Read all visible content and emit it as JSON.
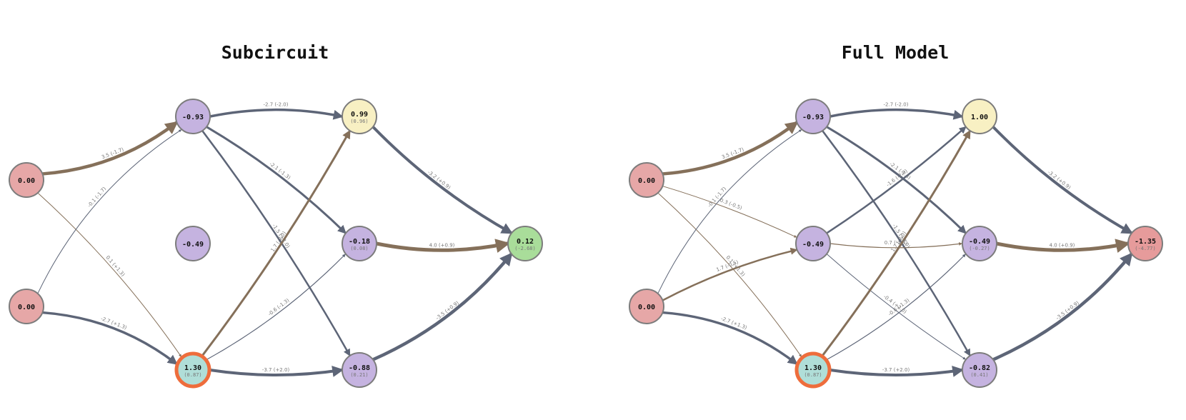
{
  "colors": {
    "edge_positive": "#85705a",
    "edge_negative": "#5d6577",
    "node_input": "#e6a7a7",
    "node_hidden": "#c5b3e0",
    "node_top": "#f8f0c3",
    "node_selected": "#b0ded8",
    "node_out_good": "#a9dd9a",
    "node_out_bad": "#e69b9b",
    "selected_ring": "#ee6d3c",
    "node_stroke": "#7c7c7c"
  },
  "panels": [
    {
      "title": "Subcircuit",
      "nodes": [
        {
          "id": "in1",
          "value": "0.00",
          "role": "input"
        },
        {
          "id": "in2",
          "value": "0.00",
          "role": "input"
        },
        {
          "id": "h_top",
          "value": "-0.93",
          "role": "hidden"
        },
        {
          "id": "h_mid",
          "value": "-0.49",
          "role": "hidden"
        },
        {
          "id": "h_sel",
          "value": "1.30",
          "sub": "(0.87)",
          "role": "selected"
        },
        {
          "id": "r_top",
          "value": "0.99",
          "sub": "(0.96)",
          "role": "top"
        },
        {
          "id": "r_mid",
          "value": "-0.18",
          "sub": "(0.08)",
          "role": "hidden"
        },
        {
          "id": "r_bot",
          "value": "-0.88",
          "sub": "(0.21)",
          "role": "hidden"
        },
        {
          "id": "out",
          "value": "0.12",
          "sub": "(-2.68)",
          "role": "out_good"
        }
      ],
      "edges": [
        {
          "from": "in1",
          "to": "h_top",
          "label": "3.5 (-1.7)",
          "sign": "pos",
          "w": 4.5,
          "bend": 0.12
        },
        {
          "from": "in1",
          "to": "h_sel",
          "label": "0.1 (+1.3)",
          "sign": "pos",
          "w": 1.0,
          "bend": -0.05
        },
        {
          "from": "in2",
          "to": "h_top",
          "label": "-0.1 (-1.7)",
          "sign": "neg",
          "w": 1.0,
          "bend": -0.12
        },
        {
          "from": "in2",
          "to": "h_sel",
          "label": "-2.7 (+1.3)",
          "sign": "neg",
          "w": 3.5,
          "bend": -0.12
        },
        {
          "from": "h_top",
          "to": "r_top",
          "label": "-2.7 (-2.0)",
          "sign": "neg",
          "w": 3.5,
          "bend": -0.08
        },
        {
          "from": "h_top",
          "to": "r_mid",
          "label": "-2.1 (-1.3)",
          "sign": "neg",
          "w": 3.0,
          "bend": -0.05
        },
        {
          "from": "h_top",
          "to": "r_bot",
          "label": "-1.5 (+2.0)",
          "sign": "neg",
          "w": 2.5,
          "bend": -0.03
        },
        {
          "from": "h_sel",
          "to": "r_top",
          "label": "1.7 (-2.0)",
          "sign": "pos",
          "w": 3.0,
          "bend": 0.03
        },
        {
          "from": "h_sel",
          "to": "r_mid",
          "label": "-0.6 (-1.3)",
          "sign": "neg",
          "w": 1.2,
          "bend": 0.06
        },
        {
          "from": "h_sel",
          "to": "r_bot",
          "label": "-3.7 (+2.0)",
          "sign": "neg",
          "w": 4.0,
          "bend": 0.06
        },
        {
          "from": "r_top",
          "to": "out",
          "label": "-3.2 (+0.9)",
          "sign": "neg",
          "w": 4.0,
          "bend": 0.06
        },
        {
          "from": "r_mid",
          "to": "out",
          "label": "4.0 (+0.9)",
          "sign": "pos",
          "w": 5.0,
          "bend": 0.08
        },
        {
          "from": "r_bot",
          "to": "out",
          "label": "-3.5 (+0.9)",
          "sign": "neg",
          "w": 4.5,
          "bend": 0.1
        }
      ]
    },
    {
      "title": "Full Model",
      "nodes": [
        {
          "id": "in1",
          "value": "0.00",
          "role": "input"
        },
        {
          "id": "in2",
          "value": "0.00",
          "role": "input"
        },
        {
          "id": "h_top",
          "value": "-0.93",
          "role": "hidden"
        },
        {
          "id": "h_mid",
          "value": "-0.49",
          "role": "hidden"
        },
        {
          "id": "h_sel",
          "value": "1.30",
          "sub": "(0.87)",
          "role": "selected"
        },
        {
          "id": "r_top",
          "value": "1.00",
          "role": "top"
        },
        {
          "id": "r_mid",
          "value": "-0.49",
          "sub": "(-0.27)",
          "role": "hidden"
        },
        {
          "id": "r_bot",
          "value": "-0.82",
          "sub": "(0.41)",
          "role": "hidden"
        },
        {
          "id": "out",
          "value": "-1.35",
          "sub": "(-4.77)",
          "role": "out_bad"
        }
      ],
      "edges": [
        {
          "from": "in1",
          "to": "h_top",
          "label": "3.5 (-1.7)",
          "sign": "pos",
          "w": 4.5,
          "bend": 0.12
        },
        {
          "from": "in1",
          "to": "h_mid",
          "label": "0.3 (-0.5)",
          "sign": "pos",
          "w": 1.0,
          "bend": -0.03
        },
        {
          "from": "in1",
          "to": "h_sel",
          "label": "0.1 (+1.3)",
          "sign": "pos",
          "w": 1.0,
          "bend": -0.05
        },
        {
          "from": "in2",
          "to": "h_top",
          "label": "-0.1 (-1.7)",
          "sign": "neg",
          "w": 1.0,
          "bend": -0.12
        },
        {
          "from": "in2",
          "to": "h_mid",
          "label": "1.7 (-0.5)",
          "sign": "pos",
          "w": 2.5,
          "bend": -0.05
        },
        {
          "from": "in2",
          "to": "h_sel",
          "label": "-2.7 (+1.3)",
          "sign": "neg",
          "w": 3.5,
          "bend": -0.12
        },
        {
          "from": "h_top",
          "to": "r_top",
          "label": "-2.7 (-2.0)",
          "sign": "neg",
          "w": 3.5,
          "bend": -0.08
        },
        {
          "from": "h_top",
          "to": "r_mid",
          "label": "-2.1 (-1.3)",
          "sign": "neg",
          "w": 3.0,
          "bend": -0.05
        },
        {
          "from": "h_top",
          "to": "r_bot",
          "label": "-1.5 (+2.0)",
          "sign": "neg",
          "w": 2.5,
          "bend": -0.03
        },
        {
          "from": "h_mid",
          "to": "r_top",
          "label": "-1.6 (-2.0)",
          "sign": "neg",
          "w": 2.5,
          "bend": 0.03
        },
        {
          "from": "h_mid",
          "to": "r_mid",
          "label": "0.7 (-1.3)",
          "sign": "pos",
          "w": 1.2,
          "bend": 0.05
        },
        {
          "from": "h_mid",
          "to": "r_bot",
          "label": "-0.4 (+2.0)",
          "sign": "neg",
          "w": 1.0,
          "bend": 0.03
        },
        {
          "from": "h_sel",
          "to": "r_top",
          "label": "1.7 (-2.0)",
          "sign": "pos",
          "w": 3.0,
          "bend": 0.03
        },
        {
          "from": "h_sel",
          "to": "r_mid",
          "label": "-0.6 (-1.3)",
          "sign": "neg",
          "w": 1.2,
          "bend": 0.06
        },
        {
          "from": "h_sel",
          "to": "r_bot",
          "label": "-3.7 (+2.0)",
          "sign": "neg",
          "w": 4.0,
          "bend": 0.06
        },
        {
          "from": "r_top",
          "to": "out",
          "label": "-3.2 (+0.9)",
          "sign": "neg",
          "w": 4.0,
          "bend": 0.06
        },
        {
          "from": "r_mid",
          "to": "out",
          "label": "4.0 (+0.9)",
          "sign": "pos",
          "w": 5.0,
          "bend": 0.08
        },
        {
          "from": "r_bot",
          "to": "out",
          "label": "-3.5 (+0.9)",
          "sign": "neg",
          "w": 4.5,
          "bend": 0.1
        }
      ]
    }
  ]
}
